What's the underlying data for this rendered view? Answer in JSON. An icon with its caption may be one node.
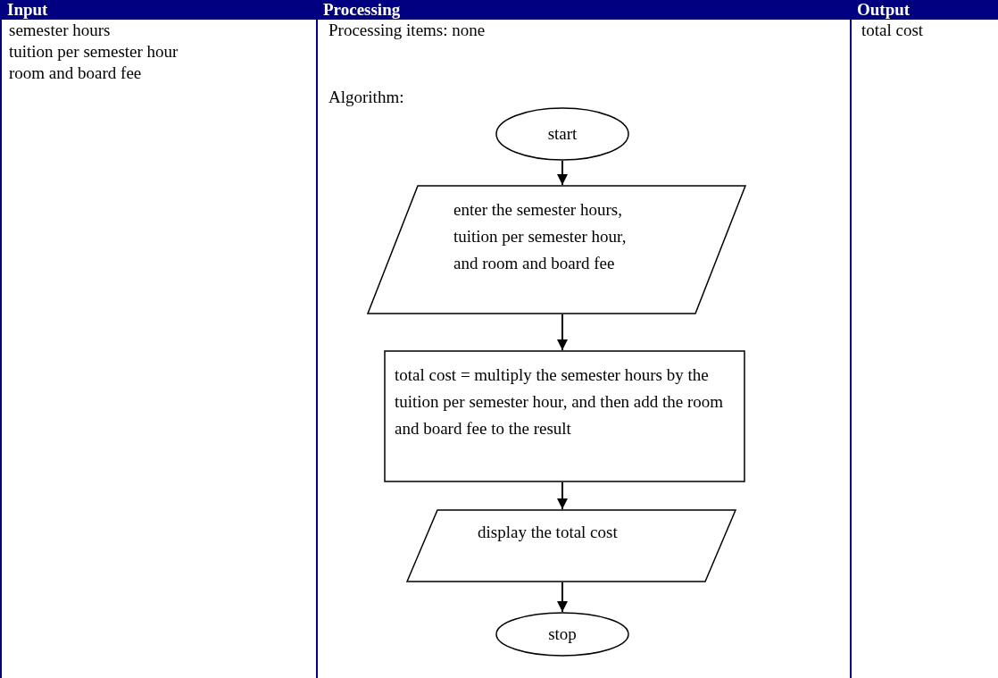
{
  "diagram": {
    "nodes": [
      {
        "text": [
          "start"
        ]
      },
      {
        "text": [
          "enter the semester hours, tuition per semester hour, and room and board fee"
        ]
      },
      {
        "text": [
          "total cost = multiply the semester hours by the tuition per semester hour, and then add the room and board fee to the result"
        ]
      },
      {
        "text": [
          "display the total cost"
        ]
      },
      {
        "text": [
          "stop"
        ]
      }
    ],
    "edges": [
      {
        "from": 0,
        "to": 1,
        "arrow": "to"
      },
      {
        "from": 1,
        "to": 2,
        "arrow": "to"
      },
      {
        "from": 2,
        "to": 3,
        "arrow": "to"
      },
      {
        "from": 3,
        "to": 4,
        "arrow": "to"
      }
    ],
    "labels": [
      "Input",
      "Processing",
      "Output",
      "semester hours",
      "tuition per semester hour",
      "room and board fee",
      "Processing items: none",
      "Algorithm:",
      "total cost"
    ]
  }
}
